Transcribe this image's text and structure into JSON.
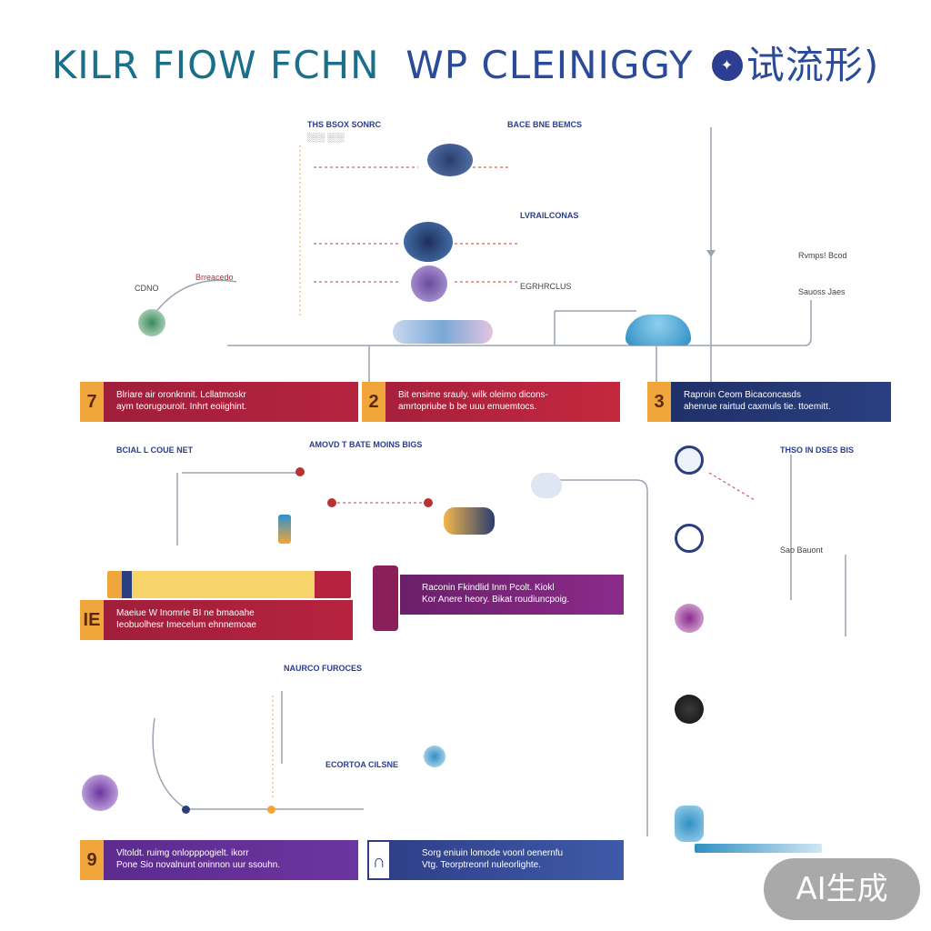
{
  "title": {
    "part1": "KILR FIOW FCHN",
    "part2": "WP CLEINIGGY",
    "seal": "✦",
    "suffix": "试流形)"
  },
  "labels": {
    "top_a": "THS BSOX SONRC",
    "top_b": "BACE BNE BEMCS",
    "mid_a": "LVRAILCONAS",
    "mid_b": "EGRHRCLUS",
    "left_a": "BCIAL L COUE NET",
    "left_b": "AMOVD T BATE MOINS BIGS",
    "right_a": "THSO IN DSES BIS",
    "lower_a": "NAURCO FUROCES",
    "lower_b": "ECORTOA CILSNE",
    "side_r1": "Rvmps! Bcod",
    "side_r2": "Sauoss Jaes",
    "side_r3": "Sao Bauont",
    "small_1": "CDNO",
    "small_2": "Brreacedo"
  },
  "bands": {
    "b1_num": "7",
    "b1_l1": "Blriare air oronknnit. Lcllatmoskr",
    "b1_l2": "aym teorugouroit. Inhrt eoiighint.",
    "b2_num": "2",
    "b2_l1": "Bit ensime srauly. wilk oleimo dicons-",
    "b2_l2": "amrtopriube b be uuu emuemtocs.",
    "b3_num": "3",
    "b3_l1": "Raproin Ceom Bicaconcasds",
    "b3_l2": "ahenrue rairtud caxmuls tie. ttoemitt.",
    "b4_num": "IE",
    "b4_l1": "Maeiue W Inomrie BI ne bmaoahe",
    "b4_l2": "Ieobuolhesr Imecelum ehnnemoae",
    "b5_l1": "Raconin Fkindlid Inm Pcolt. Kiokl",
    "b5_l2": "Kor Anere heory. Bikat roudiuncpoig.",
    "b6_num": "9",
    "b6_l1": "Vltoldt. ruimg onlopppogielt. ikorr",
    "b6_l2": "Pone Sio novalnunt oninnon uur ssouhn.",
    "b7_l1": "Sorg eniuin lomode voonl oenernfu",
    "b7_l2": "Vtg. Teorptreonrl nuleorlighte."
  },
  "watermark": "AI生成",
  "colors": {
    "title": "#1a6f8a",
    "red_band": "#b6233f",
    "navy_band": "#2a3f80",
    "purple_band": "#8a2b8a",
    "accent": "#f0a63a",
    "pipe": "#9aa3b0"
  }
}
